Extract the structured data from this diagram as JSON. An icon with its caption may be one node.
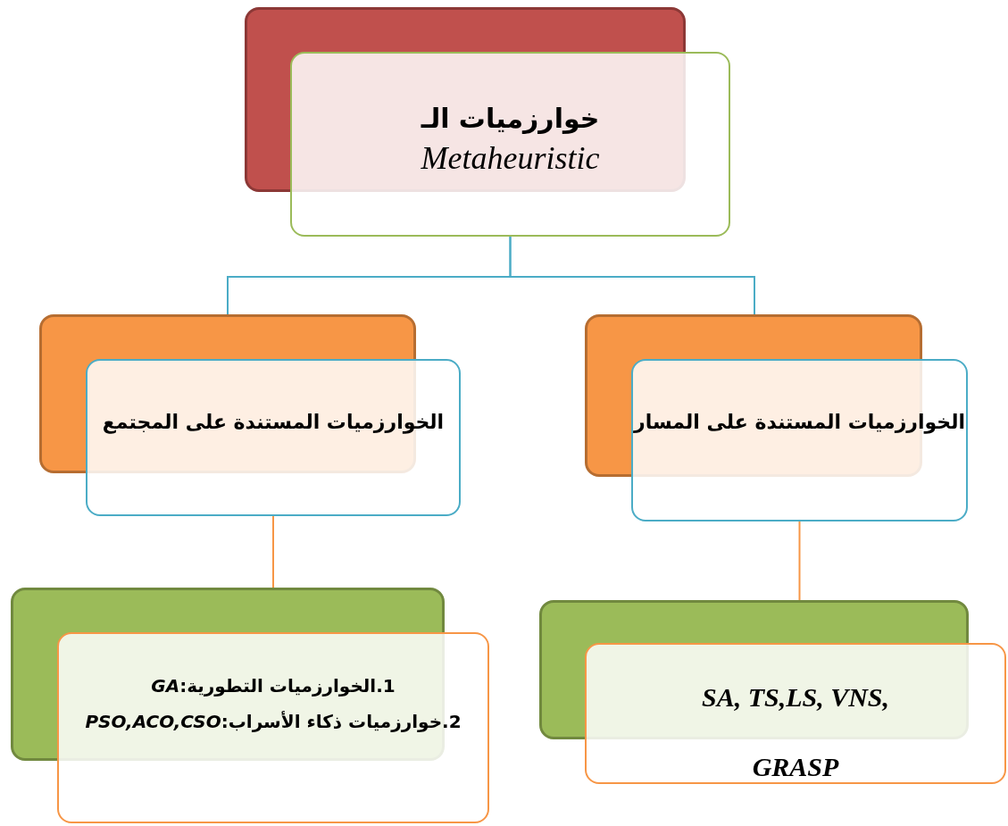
{
  "diagram": {
    "nodes": [
      {
        "text": [
          "خوارزميات الـ",
          "Metaheuristic"
        ]
      },
      {
        "text": [
          "الخوارزميات المستندة على المجتمع"
        ]
      },
      {
        "text": [
          "الخوارزميات المستندة على المسار"
        ]
      },
      {
        "text": [
          "1.الخوارزميات التطورية:*GA*",
          "2.خوارزميات ذكاء الأسراب:*PSO,ACO,CSO*"
        ]
      },
      {
        "text": [
          "SA, TS,LS, VNS, GRASP"
        ]
      }
    ],
    "edges": [
      {
        "from": 0,
        "to": 1,
        "arrow": "none",
        "color": "#4bacc6"
      },
      {
        "from": 0,
        "to": 2,
        "arrow": "none",
        "color": "#4bacc6"
      },
      {
        "from": 1,
        "to": 3,
        "arrow": "none",
        "color": "#f79646"
      },
      {
        "from": 2,
        "to": 4,
        "arrow": "none",
        "color": "#f79646"
      }
    ]
  }
}
